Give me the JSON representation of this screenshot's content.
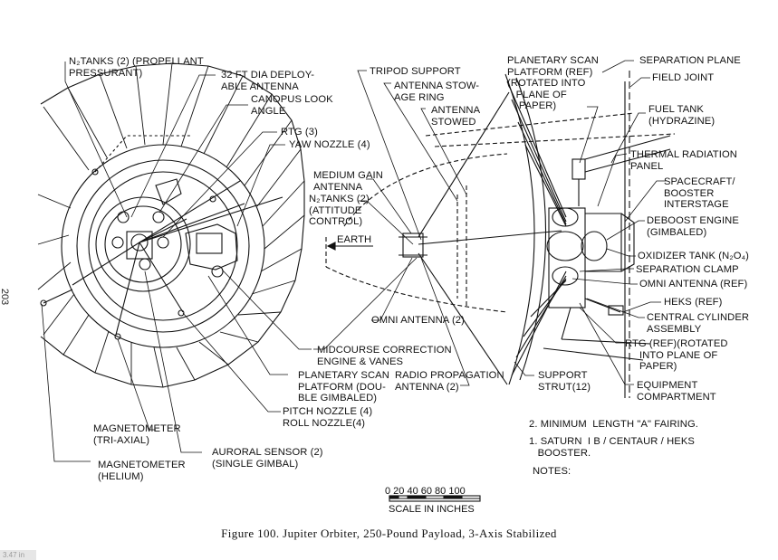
{
  "figure": {
    "caption": "Figure 100.  Jupiter Orbiter, 250-Pound Payload, 3-Axis Stabilized",
    "page_number": "203",
    "corner_tag": "3.47 in"
  },
  "labels": {
    "n2_tanks_prop": "N₂TANKS (2) (PROPELLANT\nPRESSURANT)",
    "antenna_32ft": "32 FT DIA DEPLOY-\nABLE ANTENNA",
    "canopus": "CANOPUS LOOK\nANGLE",
    "rtg3": "RTG (3)",
    "yaw_nozzle": "YAW NOZZLE (4)",
    "tripod": "TRIPOD SUPPORT",
    "antenna_stowage": "ANTENNA STOW-\nAGE RING",
    "antenna_stowed": "ANTENNA\nSTOWED",
    "scan_platform_ref": "PLANETARY SCAN\nPLATFORM (REF)\n(ROTATED INTO\n   PLANE OF\n    PAPER)",
    "separation_plane": "SEPARATION PLANE",
    "field_joint": "FIELD JOINT",
    "fuel_tank": "FUEL TANK\n(HYDRAZINE)",
    "thermal_panel": "THERMAL RADIATION\nPANEL",
    "interstage": "SPACECRAFT/\nBOOSTER\nINTERSTAGE",
    "deboost": "DEBOOST ENGINE\n(GIMBALED)",
    "medium_gain": "MEDIUM GAIN\nANTENNA",
    "n2_tanks_att": "N₂TANKS (2)\n(ATTITUDE\nCONTROL)",
    "earth": "EARTH",
    "oxidizer": "OXIDIZER TANK (N₂O₄)",
    "sep_clamp": "SEPARATION CLAMP",
    "omni_ref": "OMNI ANTENNA (REF)",
    "heks": "HEKS (REF)",
    "central_cyl": "CENTRAL CYLINDER\nASSEMBLY",
    "omni2": "OMNI ANTENNA (2)",
    "rtg_ref": "RTG (REF)(ROTATED\n     INTO PLANE OF\n     PAPER)",
    "midcourse": "MIDCOURSE CORRECTION\nENGINE & VANES",
    "scan_platform": "PLANETARY SCAN\nPLATFORM (DOU-\nBLE GIMBALED)",
    "radio_prop": "RADIO PROPAGATION\nANTENNA (2)",
    "support_strut": "SUPPORT\nSTRUT(12)",
    "equipment": "EQUIPMENT\nCOMPARTMENT",
    "pitch_roll": "PITCH NOZZLE (4)\nROLL NOZZLE(4)",
    "mag_triaxial": "MAGNETOMETER\n(TRI-AXIAL)",
    "mag_helium": "MAGNETOMETER\n(HELIUM)",
    "auroral": "AURORAL SENSOR (2)\n(SINGLE GIMBAL)",
    "note2": "2. MINIMUM  LENGTH \"A\" FAIRING.",
    "note1": "1. SATURN  I B / CENTAUR / HEKS\n   BOOSTER.",
    "notes_title": "NOTES:"
  },
  "scale": {
    "numbers": "0  20 40 60 80 100",
    "title": "SCALE IN INCHES"
  }
}
